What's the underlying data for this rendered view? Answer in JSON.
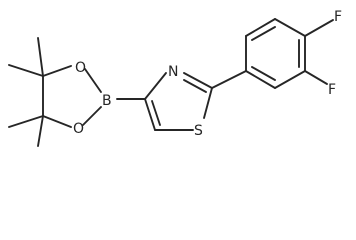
{
  "molecule": {
    "atoms": {
      "fluorine_top": "F",
      "fluorine_bottom": "F",
      "thiazole_nitrogen": "N",
      "thiazole_sulfur": "S",
      "boron": "B",
      "oxygen_top": "O",
      "oxygen_bottom": "O"
    }
  }
}
